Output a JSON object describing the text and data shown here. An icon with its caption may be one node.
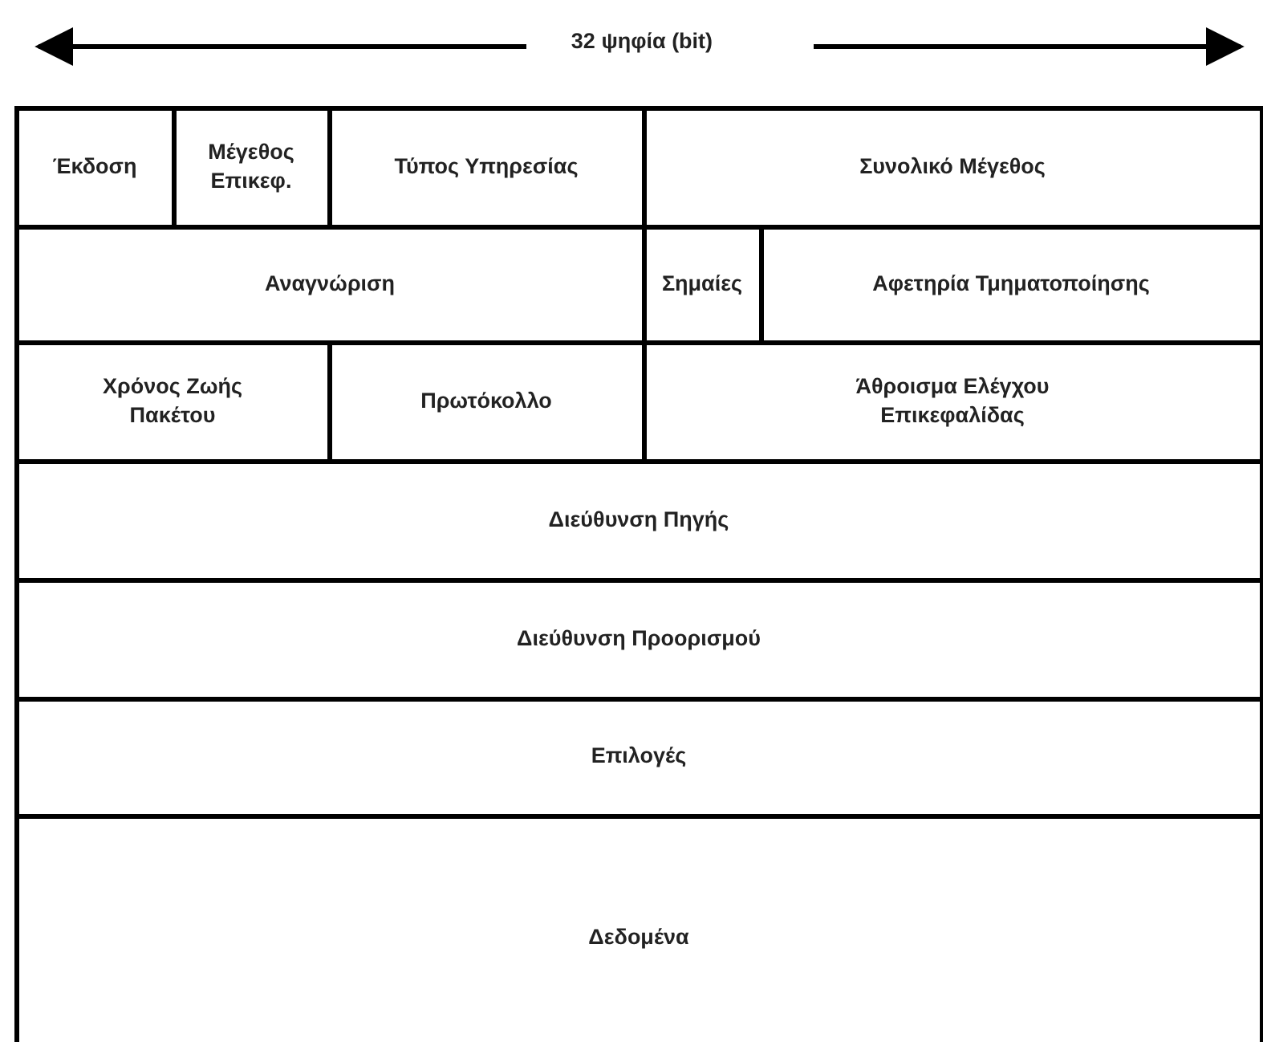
{
  "diagram": {
    "nodes": [
      {
        "text": [
          "Έκδοση"
        ]
      },
      {
        "text": [
          "Μέγεθος Επικεφ."
        ]
      },
      {
        "text": [
          "Τύπος Υπηρεσίας"
        ]
      },
      {
        "text": [
          "Συνολικό Μέγεθος"
        ]
      },
      {
        "text": [
          "Αναγνώριση"
        ]
      },
      {
        "text": [
          "Σημαίες"
        ]
      },
      {
        "text": [
          "Αφετηρία Τμηματοποίησης"
        ]
      },
      {
        "text": [
          "Χρόνος Ζωής Πακέτου"
        ]
      },
      {
        "text": [
          "Πρωτόκολλο"
        ]
      },
      {
        "text": [
          "Άθροισμα Ελέγχου Επικεφαλίδας"
        ]
      },
      {
        "text": [
          "Διεύθυνση Πηγής"
        ]
      },
      {
        "text": [
          "Διεύθυνση Προορισμού"
        ]
      },
      {
        "text": [
          "Επιλογές"
        ]
      },
      {
        "text": [
          "Δεδομένα"
        ]
      }
    ],
    "labels": [
      "32 ψηφία (bit)"
    ]
  }
}
